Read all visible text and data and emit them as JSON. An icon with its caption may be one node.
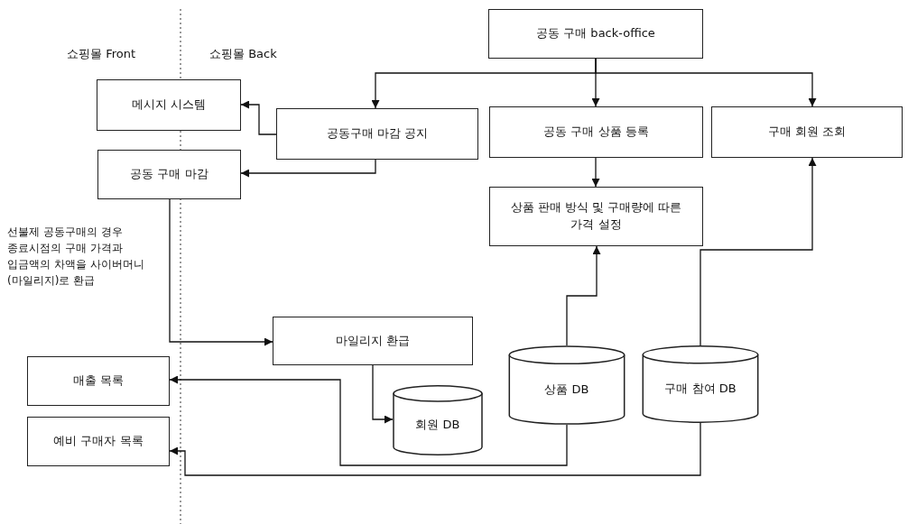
{
  "diagram": {
    "nodes": [
      {
        "text": [
          "공동 구매 back-office"
        ]
      },
      {
        "text": [
          "메시지 시스템"
        ]
      },
      {
        "text": [
          "공동구매 마감 공지"
        ]
      },
      {
        "text": [
          "공동 구매 상품 등록"
        ]
      },
      {
        "text": [
          "구매 회원 조회"
        ]
      },
      {
        "text": [
          "공동 구매 마감"
        ]
      },
      {
        "text": [
          "상품 판매 방식 및 구매량에 따른 가격 설정"
        ]
      },
      {
        "text": [
          "마일리지 환급"
        ]
      },
      {
        "text": [
          "매출 목록"
        ]
      },
      {
        "text": [
          "회원 DB"
        ]
      },
      {
        "text": [
          "상품 DB"
        ]
      },
      {
        "text": [
          "구매 참여 DB"
        ]
      },
      {
        "text": [
          "예비 구매자 목록"
        ]
      }
    ],
    "edges": [
      {
        "from": 0,
        "to": 2,
        "arrow": "to"
      },
      {
        "from": 0,
        "to": 3,
        "arrow": "to"
      },
      {
        "from": 0,
        "to": 4,
        "arrow": "to"
      },
      {
        "from": 2,
        "to": 1,
        "arrow": "to"
      },
      {
        "from": 2,
        "to": 5,
        "arrow": "to"
      },
      {
        "from": 3,
        "to": 6,
        "arrow": "to"
      },
      {
        "from": 10,
        "to": 6,
        "arrow": "to"
      },
      {
        "from": 11,
        "to": 4,
        "arrow": "to"
      },
      {
        "from": 5,
        "to": 7,
        "arrow": "to",
        "label": "선불제 공동구매의 경우 종료시점의 구매 가격과 입금액의 차액을 사이버머니(마일리지)로 환급"
      },
      {
        "from": 7,
        "to": 9,
        "arrow": "to"
      },
      {
        "from": 10,
        "to": 8,
        "arrow": "to"
      },
      {
        "from": 11,
        "to": 12,
        "arrow": "to"
      }
    ],
    "labels": [
      "쇼핑몰 Front",
      "쇼핑몰 Back"
    ]
  }
}
